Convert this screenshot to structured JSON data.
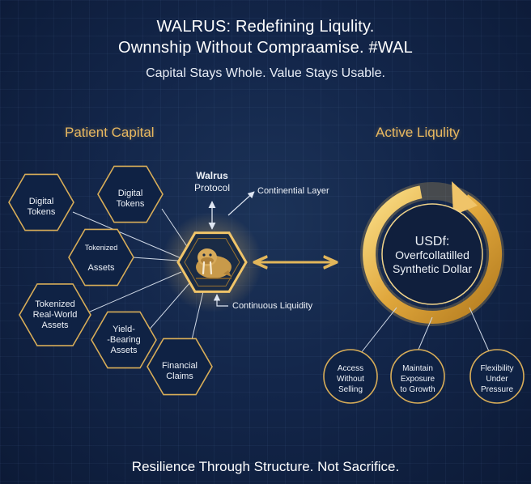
{
  "title_line1": "WALRUS: Redefining Liqulity.",
  "title_line2": "Ownnship Without Compraamise. #WAL",
  "subtitle": "Capital Stays Whole. Value Stays Usable.",
  "footer": "Resilience Through Structure. Not Sacrifice.",
  "left_section": {
    "heading": "Patient Capital",
    "nodes": [
      {
        "line1": "Digital",
        "line2": "Tokens"
      },
      {
        "line1": "Digital",
        "line2": "Tokens"
      },
      {
        "line1": "Tokenized",
        "line2": "Assets"
      },
      {
        "line1": "Tokenized",
        "line2": "Real-World",
        "line3": "Assets"
      },
      {
        "line1": "Yield-",
        "line2": "-Bearing",
        "line3": "Assets"
      },
      {
        "line1": "Financial",
        "line2": "Claims"
      }
    ]
  },
  "center": {
    "title_line1": "Walrus",
    "title_line2": "Protocol",
    "top_annotation": "Continential Layer",
    "bottom_annotation": "Continuous Liquidity",
    "logo_icon": "walrus-icon"
  },
  "right_section": {
    "heading": "Active Liqulity",
    "ring_title": "USDf:",
    "ring_line2": "Overfcollatilled",
    "ring_line3": "Synthetic Dollar",
    "benefits": [
      {
        "line1": "Access",
        "line2": "Without",
        "line3": "Selling"
      },
      {
        "line1": "Maintain",
        "line2": "Exposure",
        "line3": "to Growth"
      },
      {
        "line1": "Flexibility",
        "line2": "Under",
        "line3": "Pressure"
      }
    ]
  },
  "colors": {
    "gold": "#e2b65a",
    "background": "#13264a"
  }
}
